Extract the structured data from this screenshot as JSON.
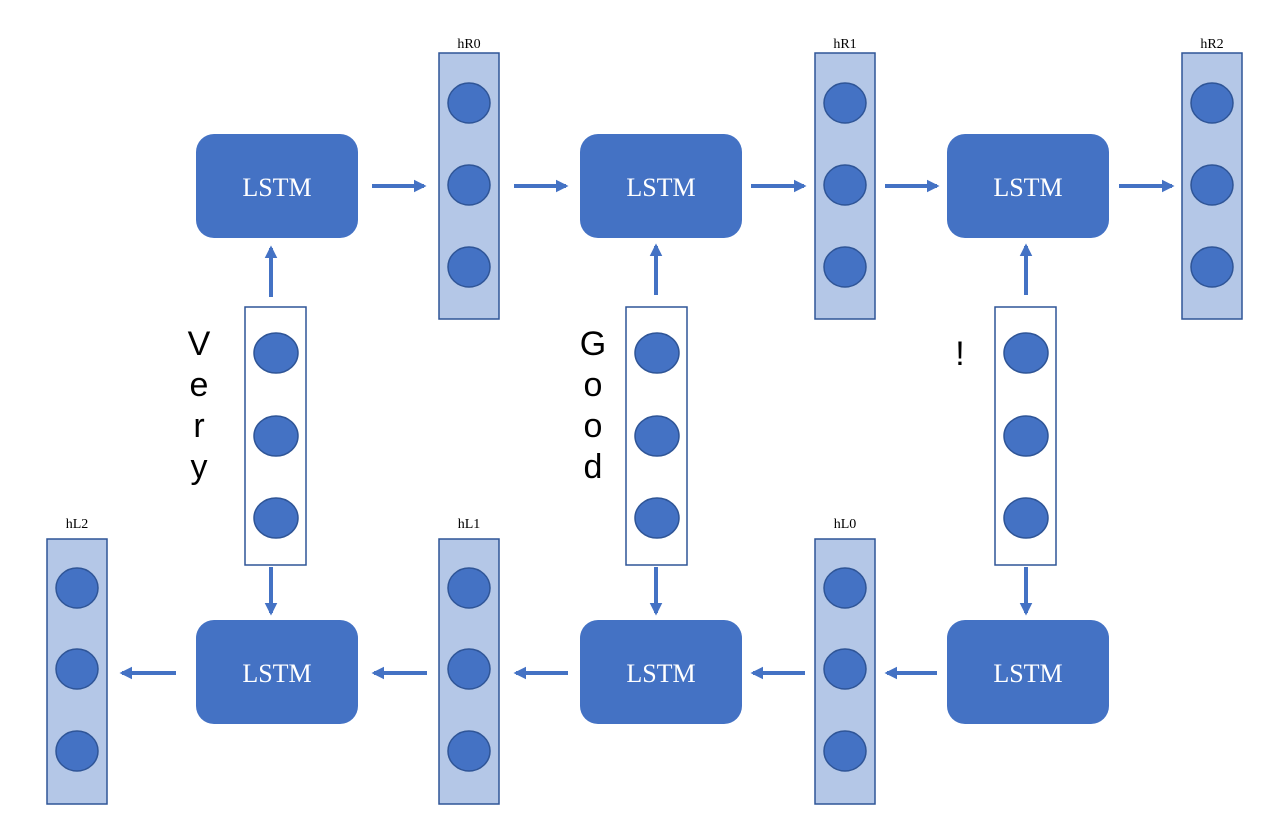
{
  "diagram": {
    "lstm_label": "LSTM",
    "top_states": [
      "hR0",
      "hR1",
      "hR2"
    ],
    "bottom_states": [
      "hL2",
      "hL1",
      "hL0"
    ],
    "words": [
      "Very",
      "Good",
      "!"
    ],
    "colors": {
      "lstm_fill": "#4472c4",
      "state_fill": "#b4c7e7",
      "input_fill": "#ffffff",
      "node_fill": "#4472c4",
      "node_stroke": "#2f5597",
      "arrow": "#4472c4"
    }
  }
}
